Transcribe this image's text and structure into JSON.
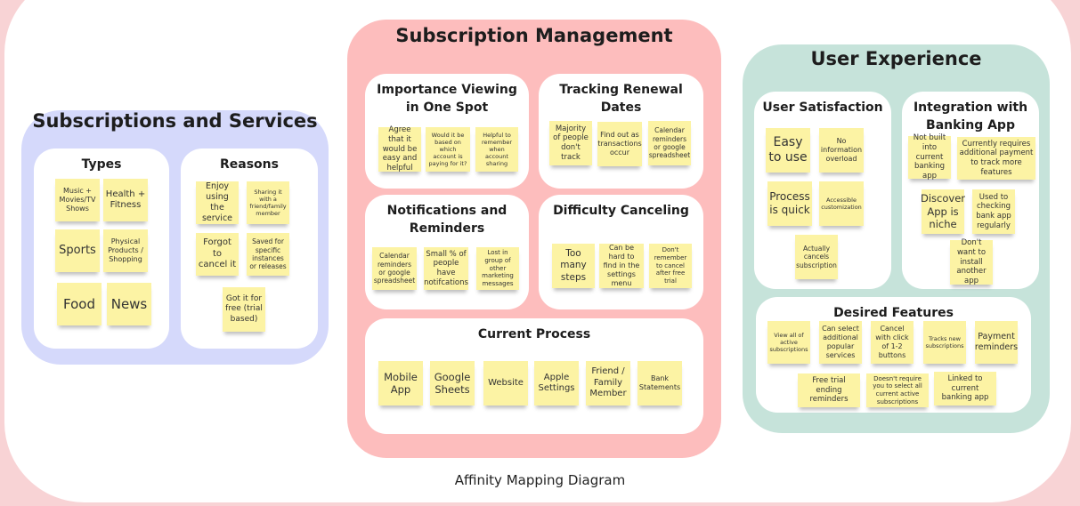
{
  "caption": "Affinity Mapping Diagram",
  "colors": {
    "blue_group": "#d5d9fb",
    "pink_group": "#fdbdbd",
    "teal_group": "#c6e3da",
    "note": "#fcf3a4"
  },
  "groups": [
    {
      "title": "Subscriptions and Services",
      "boxes": [
        {
          "title": "Types",
          "notes": [
            "Music + Movies/TV Shows",
            "Health + Fitness",
            "Sports",
            "Physical Products / Shopping",
            "Food",
            "News"
          ]
        },
        {
          "title": "Reasons",
          "notes": [
            "Enjoy using the service",
            "Sharing it with a friend/family member",
            "Forgot to cancel it",
            "Saved for specific instances or releases",
            "Got it for free (trial based)"
          ]
        }
      ]
    },
    {
      "title": "Subscription Management",
      "boxes": [
        {
          "title": "Importance Viewing in One Spot",
          "notes": [
            "Agree that it would be easy and helpful",
            "Would it be based on which account is paying for it?",
            "Helpful to remember when account sharing"
          ]
        },
        {
          "title": "Tracking Renewal Dates",
          "notes": [
            "Majority of people don't track",
            "Find out as transactions occur",
            "Calendar reminders or google spreadsheet"
          ]
        },
        {
          "title": "Notifications and Reminders",
          "notes": [
            "Calendar reminders or google spreadsheet",
            "Small % of people have notifcations",
            "Lost in group of other marketing messages"
          ]
        },
        {
          "title": "Difficulty Canceling",
          "notes": [
            "Too many steps",
            "Can be hard to find in the settings menu",
            "Don't remember to cancel after free trial"
          ]
        },
        {
          "title": "Current Process",
          "notes": [
            "Mobile App",
            "Google Sheets",
            "Website",
            "Apple Settings",
            "Friend / Family Member",
            "Bank Statements"
          ]
        }
      ]
    },
    {
      "title": "User Experience",
      "boxes": [
        {
          "title": "User Satisfaction",
          "notes": [
            "Easy to use",
            "No information overload",
            "Process is quick",
            "Accessible customization",
            "Actually cancels subscription"
          ]
        },
        {
          "title": "Integration with Banking App",
          "notes": [
            "Not built into current banking app",
            "Currently requires additional payment to track more features",
            "Discover App is niche",
            "Used to checking bank app regularly",
            "Don't want to install another app"
          ]
        },
        {
          "title": "Desired Features",
          "notes": [
            "View all of active subscriptions",
            "Can select additional popular services",
            "Cancel with click of 1-2 buttons",
            "Tracks new subscriptions",
            "Payment reminders",
            "Free trial ending reminders",
            "Doesn't require you to select all current active subscriptions",
            "Linked to current banking app"
          ]
        }
      ]
    }
  ]
}
